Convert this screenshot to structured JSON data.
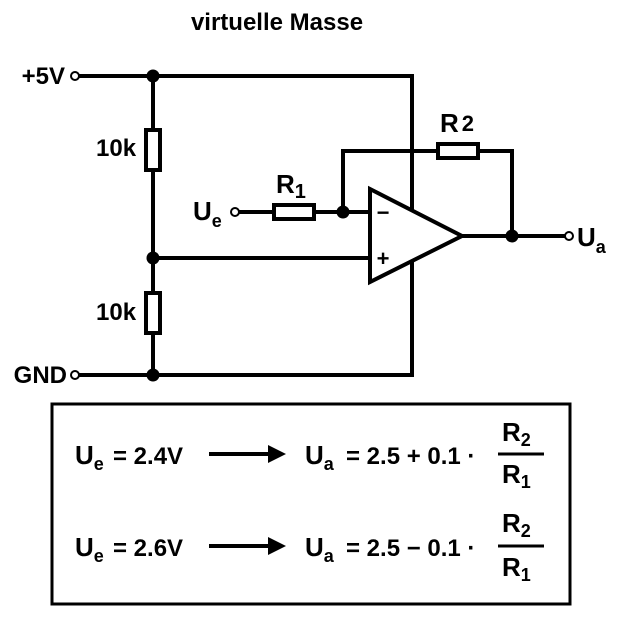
{
  "title": "virtuelle Masse",
  "terminals": {
    "vplus": "+5V",
    "gnd": "GND",
    "input_main": "U",
    "input_sub": "e",
    "output_main": "U",
    "output_sub": "a"
  },
  "components": {
    "r_top": "10k",
    "r_bottom": "10k",
    "r1_main": "R",
    "r1_sub": "1",
    "r2_main": "R",
    "r2_sub": "2",
    "minus_sign": "−",
    "plus_sign": "+"
  },
  "equations": [
    {
      "lhs_main": "U",
      "lhs_sub": "e",
      "lhs_value": "= 2.4V",
      "rhs_main": "U",
      "rhs_sub": "a",
      "rhs_expr": "= 2.5 + 0.1 ·",
      "num_main": "R",
      "num_sub": "2",
      "den_main": "R",
      "den_sub": "1"
    },
    {
      "lhs_main": "U",
      "lhs_sub": "e",
      "lhs_value": "= 2.6V",
      "rhs_main": "U",
      "rhs_sub": "a",
      "rhs_expr": "= 2.5 − 0.1 ·",
      "num_main": "R",
      "num_sub": "2",
      "den_main": "R",
      "den_sub": "1"
    }
  ],
  "colors": {
    "ink": "#000000",
    "background": "#ffffff"
  }
}
